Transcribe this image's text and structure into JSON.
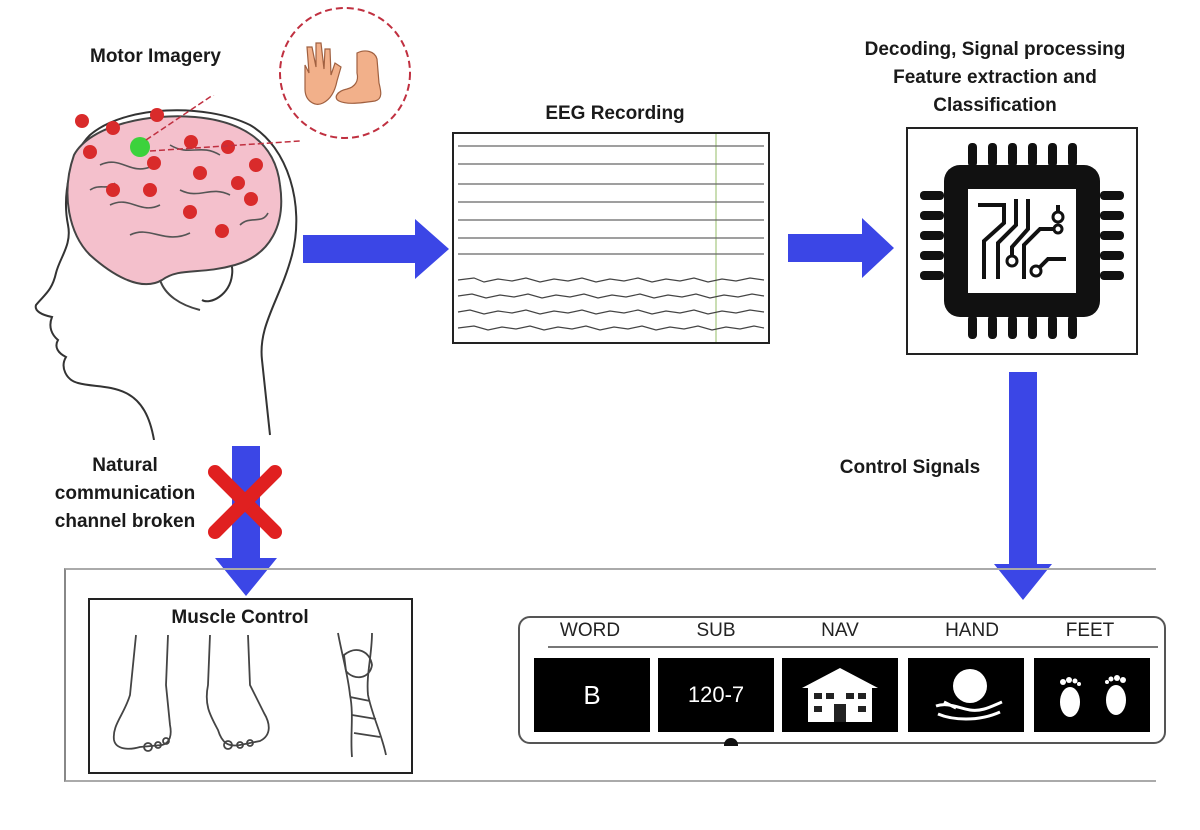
{
  "labels": {
    "motor_imagery": "Motor Imagery",
    "eeg_recording": "EEG Recording",
    "decoding_line1": "Decoding, Signal processing",
    "decoding_line2": "Feature extraction and",
    "decoding_line3": "Classification",
    "control_signals": "Control Signals",
    "natural_line1": "Natural",
    "natural_line2": "communication",
    "natural_line3": "channel broken",
    "muscle_control": "Muscle Control"
  },
  "interface": {
    "tabs": [
      "WORD",
      "SUB",
      "NAV",
      "HAND",
      "FEET"
    ],
    "tiles": {
      "word": "B",
      "sub": "120-7"
    }
  },
  "colors": {
    "arrow_blue": "#3b46e6",
    "cross_red": "#e02020",
    "electrode_red": "#d92b2b",
    "electrode_active": "#3cd23c",
    "brain_pink": "#f4c0cc"
  }
}
